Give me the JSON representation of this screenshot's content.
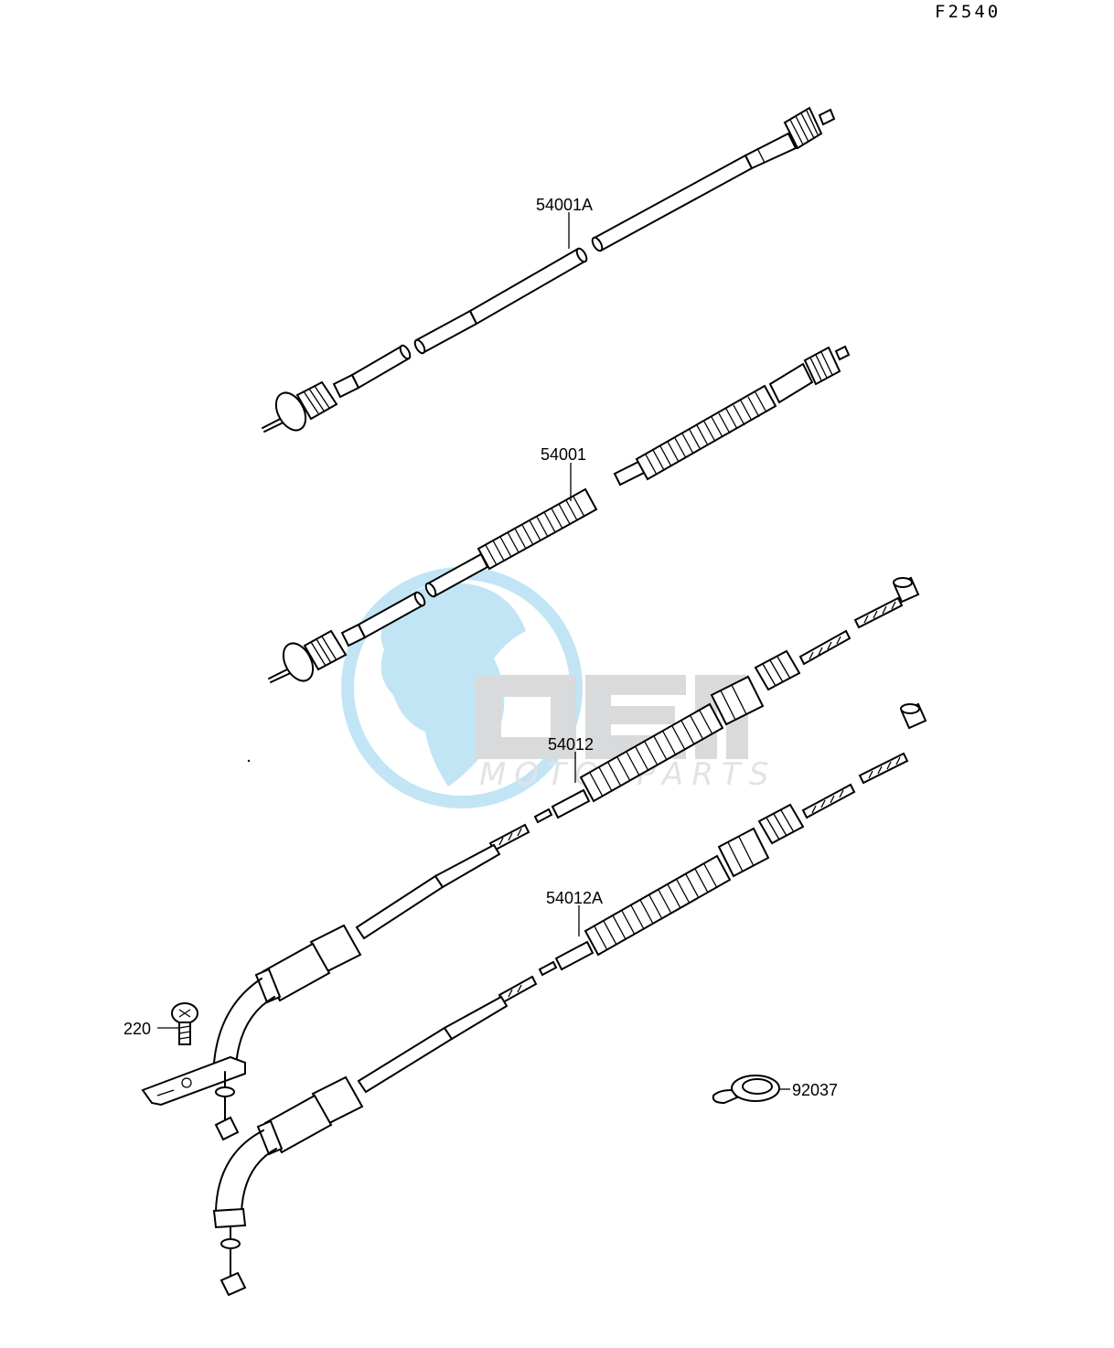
{
  "sheet_code": "F2540",
  "watermark": {
    "logo_text": "OEM",
    "sub_text": "MOTORPARTS",
    "colors": {
      "globe": "#8fd0ee",
      "letters": "#b9bcc0",
      "sub": "#c9cdd2"
    }
  },
  "parts": [
    {
      "id": "54001A"
    },
    {
      "id": "54001"
    },
    {
      "id": "54012"
    },
    {
      "id": "54012A"
    },
    {
      "id": "220"
    },
    {
      "id": "92037"
    }
  ]
}
